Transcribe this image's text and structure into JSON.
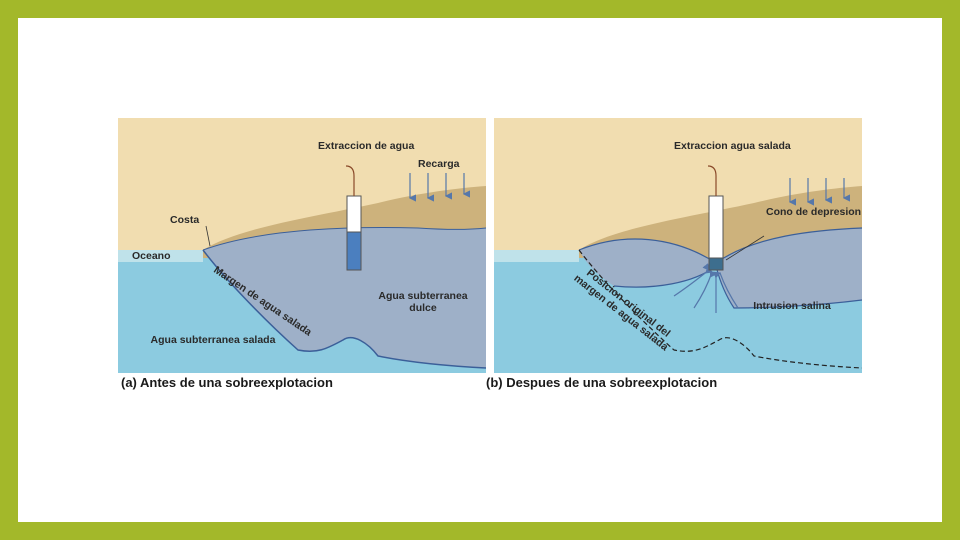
{
  "panel_a": {
    "labels": {
      "extraction": "Extraccion de agua",
      "recharge": "Recarga",
      "coast": "Costa",
      "ocean": "Oceano",
      "saltwater_margin": "Margen de agua salada",
      "fresh_groundwater": "Agua subterranea dulce",
      "saline_groundwater": "Agua subterranea salada"
    },
    "caption": "(a) Antes de una sobreexplotacion"
  },
  "panel_b": {
    "labels": {
      "extraction": "Extraccion agua salada",
      "depression_cone": "Cono de depresion",
      "original_margin": "Posicion original del margen de agua salada",
      "saline_intrusion": "Intrusion salina"
    },
    "caption": "(b) Despues de una sobreexplotacion"
  },
  "colors": {
    "frame": "#a3b82a",
    "sky": "#f1ddb0",
    "land": "#cdb27c",
    "freshwater": "#9eb0c8",
    "saltwater": "#8ccbe0",
    "ocean": "#bfe2ea"
  }
}
